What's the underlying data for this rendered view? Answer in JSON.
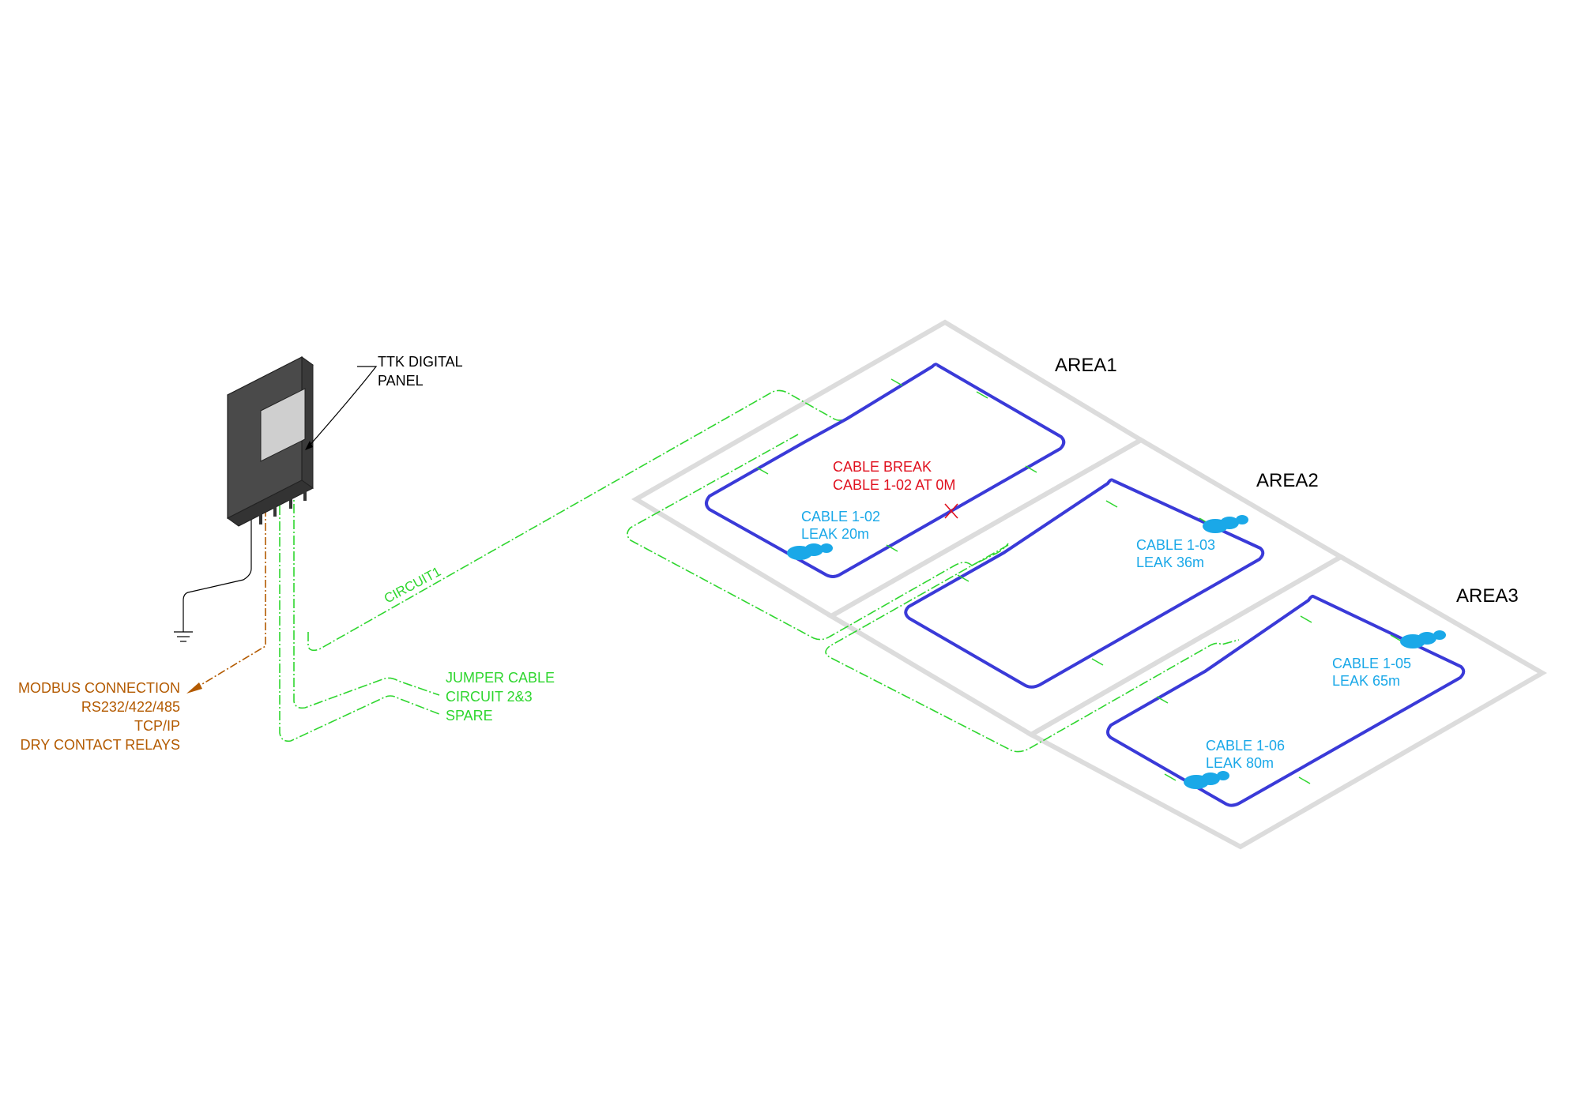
{
  "panel": {
    "label_line1": "TTK DIGITAL",
    "label_line2": "PANEL"
  },
  "areas": [
    {
      "label": "AREA1"
    },
    {
      "label": "AREA2"
    },
    {
      "label": "AREA3"
    }
  ],
  "circuit1": {
    "label": "CIRCUIT1"
  },
  "jumper": {
    "line1": "JUMPER CABLE",
    "line2": "CIRCUIT 2&3",
    "line3": "SPARE"
  },
  "modbus": {
    "line1": "MODBUS CONNECTION",
    "line2": "RS232/422/485",
    "line3": "TCP/IP",
    "line4": "DRY CONTACT RELAYS"
  },
  "alarm": {
    "line1": "CABLE BREAK",
    "line2": "CABLE 1-02 AT 0M"
  },
  "leaks": [
    {
      "cable": "CABLE 1-02",
      "leak": "LEAK 20m"
    },
    {
      "cable": "CABLE 1-03",
      "leak": "LEAK 36m"
    },
    {
      "cable": "CABLE 1-05",
      "leak": "LEAK 65m"
    },
    {
      "cable": "CABLE 1-06",
      "leak": "LEAK 80m"
    }
  ],
  "colors": {
    "zone": "#dcdcdc",
    "sense_cable": "#3a3ad8",
    "jumper": "#2fd62f",
    "modbus": "#b35a00",
    "alarm": "#e0101e",
    "leak": "#1aa8e8",
    "panel_body": "#4a4a4a",
    "panel_screen": "#cfcfcf"
  }
}
